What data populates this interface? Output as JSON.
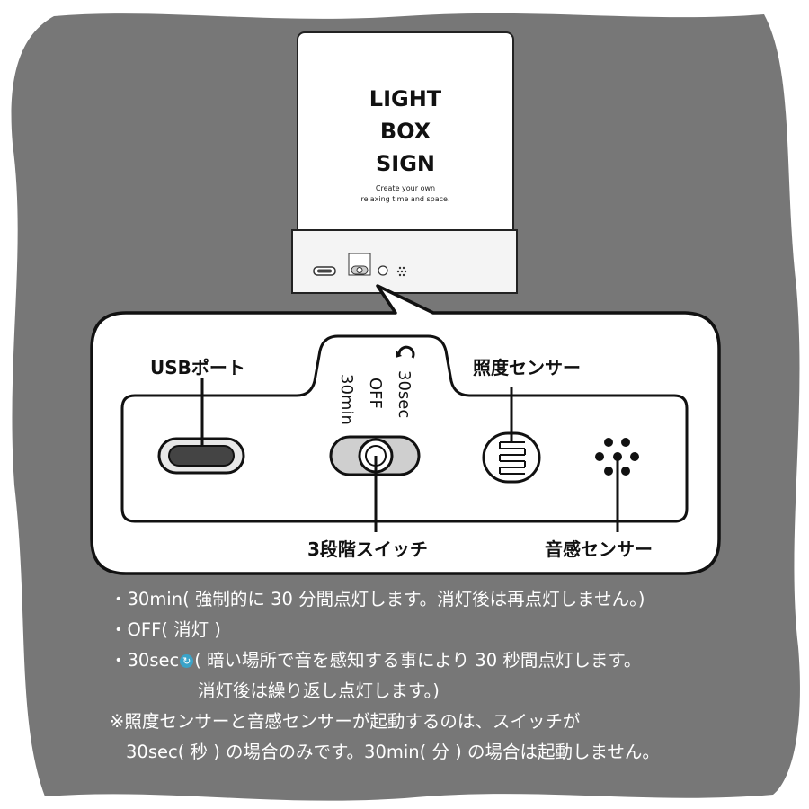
{
  "device": {
    "sign_lines": [
      "LIGHT",
      "BOX",
      "SIGN"
    ],
    "tagline_lines": [
      "Create your own",
      "relaxing time and space."
    ]
  },
  "callout": {
    "usb_label": "USBポート",
    "light_sensor_label": "照度センサー",
    "switch_label": "3段階スイッチ",
    "sound_sensor_label": "音感センサー",
    "switch_positions": [
      "30sec",
      "OFF",
      "30min"
    ]
  },
  "notes": {
    "line1": "・30min( 強制的に 30 分間点灯します。消灯後は再点灯しません。)",
    "line2": "・OFF( 消灯 )",
    "line3_prefix": "・30sec",
    "line3_suffix": "( 暗い場所で音を感知する事により 30 秒間点灯します。",
    "line4": "消灯後は繰り返し点灯します。)",
    "line5": "※照度センサーと音感センサーが起動するのは、スイッチが",
    "line6": "30sec( 秒 ) の場合のみです。30min( 分 ) の場合は起動しません。"
  },
  "colors": {
    "background": "#777777",
    "panel": "#ffffff",
    "outline": "#111111",
    "switch_body": "#cfcfcf",
    "usb_fill": "#444444",
    "accent_icon": "#3aa3c8"
  },
  "icons": {
    "refresh": "refresh-cycle-icon"
  }
}
